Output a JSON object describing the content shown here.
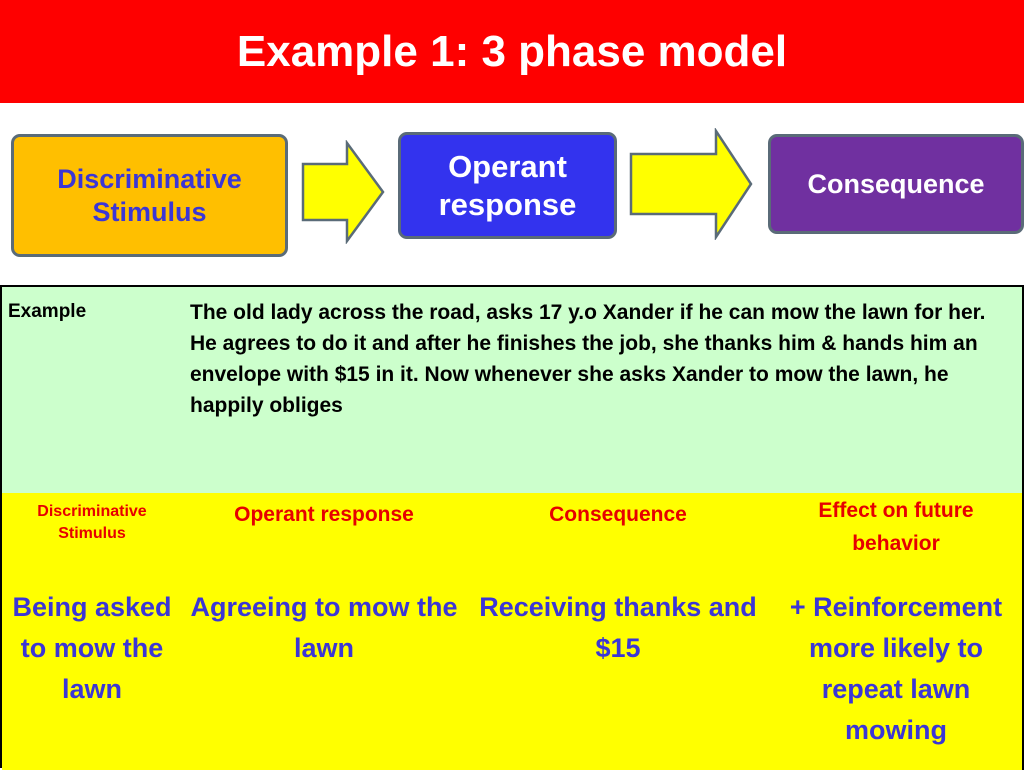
{
  "title": "Example 1: 3 phase model",
  "phases": {
    "stimulus": "Discriminative Stimulus",
    "response": "Operant response",
    "consequence": "Consequence"
  },
  "table": {
    "example_label": "Example",
    "example_text": "The old lady across the road, asks 17 y.o Xander if he can mow the lawn for her. He agrees to do it and after he finishes the job, she thanks him & hands him an envelope with $15 in it. Now whenever she asks Xander to mow the lawn, he happily obliges",
    "headers": [
      "Discriminative Stimulus",
      "Operant response",
      "Consequence",
      "Effect on future behavior"
    ],
    "values": [
      "Being asked to mow the lawn",
      "Agreeing to mow the lawn",
      "Receiving thanks and $15",
      "+ Reinforcement more likely to repeat lawn mowing"
    ]
  },
  "colors": {
    "title_bar": "#fe0000",
    "stimulus_box": "#ffbf00",
    "response_box": "#3333ee",
    "consequence_box": "#7030a0",
    "arrow_fill": "#ffff00",
    "example_row": "#ccffcc",
    "table_rows": "#ffff00",
    "header_text": "#e60000",
    "value_text": "#3b36d6"
  }
}
